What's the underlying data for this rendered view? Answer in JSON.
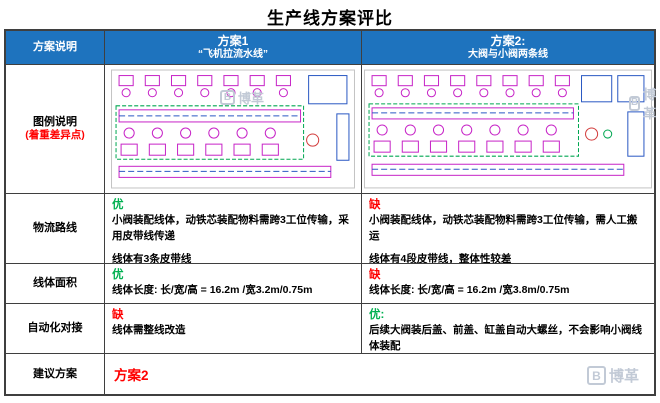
{
  "page": {
    "title": "生产线方案评比"
  },
  "colors": {
    "header_bg": "#1E73BE",
    "header_text": "#FFFFFF",
    "good": "#00B050",
    "bad": "#FF0000",
    "border": "#3F3F3F",
    "watermark": "#C2CAD6"
  },
  "header": {
    "col_label": "方案说明",
    "plan1_title": "方案1",
    "plan1_subtitle": "“飞机拉流水线”",
    "plan2_title": "方案2:",
    "plan2_subtitle": "大阀与小阀两条线"
  },
  "legend_row": {
    "label": "图例说明",
    "note": "(着重差异点)"
  },
  "logistics_row": {
    "label": "物流路线",
    "plan1": {
      "verdict": "优",
      "line1": "小阀装配线体，动铁芯装配物料需跨3工位传输，采用皮带线传递",
      "line2": "线体有3条皮带线"
    },
    "plan2": {
      "verdict": "缺",
      "line1": "小阀装配线体，动铁芯装配物料需跨3工位传输，需人工搬运",
      "line2": "线体有4段皮带线，整体性较差"
    }
  },
  "area_row": {
    "label": "线体面积",
    "plan1": {
      "verdict": "优",
      "text": "线体长度:  长/宽/高 = 16.2m /宽3.2m/0.75m"
    },
    "plan2": {
      "verdict": "缺",
      "text": "线体长度:  长/宽/高 = 16.2m /宽3.8m/0.75m"
    }
  },
  "automation_row": {
    "label": "自动化对接",
    "plan1": {
      "verdict": "缺",
      "text": "线体需整线改造"
    },
    "plan2": {
      "verdict": "优:",
      "text": "后续大阀装后盖、前盖、缸盖自动大螺丝，不会影响小阀线体装配"
    }
  },
  "recommendation_row": {
    "label": "建议方案",
    "value": "方案2"
  },
  "watermark": {
    "text": "博革",
    "icon": "B"
  }
}
